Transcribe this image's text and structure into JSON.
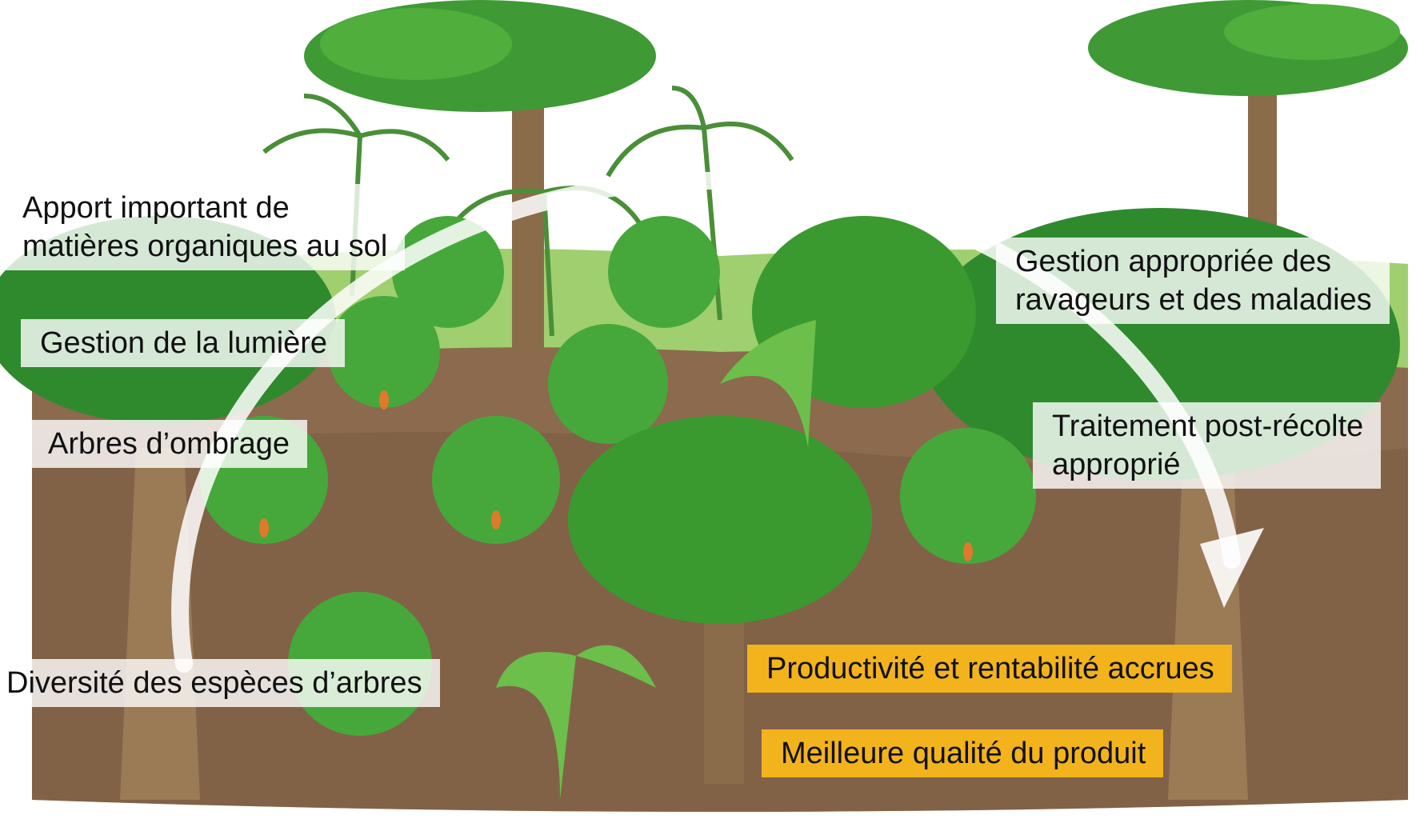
{
  "labels": {
    "left": [
      "Apport important de matières organiques au sol",
      "Gestion de la lumière",
      "Arbres d’ombrage",
      "Diversité des espèces d’arbres"
    ],
    "left_lines": {
      "organic_1": "Apport important de",
      "organic_2": "matières organiques au sol",
      "light": "Gestion de la lumière",
      "shade": "Arbres d’ombrage",
      "diversity": "Diversité des espèces d’arbres"
    },
    "right_lines": {
      "pests_1": "Gestion appropriée des",
      "pests_2": "ravageurs et des maladies",
      "post_1": "Traitement post-récolte",
      "post_2": "approprié"
    },
    "outcomes": {
      "productivity": "Productivité et rentabilité accrues",
      "quality": "Meilleure qualité du produit"
    }
  },
  "colors": {
    "outcome_highlight": "#f2b31c",
    "label_background": "rgba(255,255,255,0.80)",
    "foliage": "#3f9a35",
    "soil": "#8b6a4e",
    "arrow": "#ffffff"
  }
}
